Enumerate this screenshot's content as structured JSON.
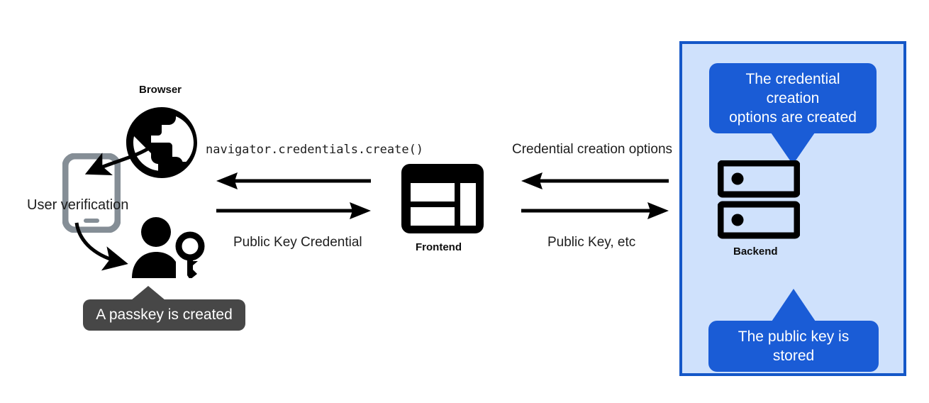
{
  "diagram": {
    "title": "WebAuthn passkey registration flow",
    "colors": {
      "backend_region_fill": "#cfe1fc",
      "backend_region_border": "#1457c8",
      "callout_blue": "#1a5cd6",
      "tooltip_gray": "#474747",
      "icon_black": "#0d0d0d",
      "phone_gray": "#858e96"
    }
  },
  "nodes": {
    "browser": {
      "label": "Browser",
      "icon": "globe-icon"
    },
    "frontend": {
      "label": "Frontend",
      "icon": "web-layout-icon"
    },
    "backend": {
      "label": "Backend",
      "icon": "server-rack-icon"
    },
    "phone": {
      "icon": "smartphone-icon"
    },
    "person": {
      "icon": "person-with-key-icon"
    }
  },
  "annotations": {
    "user_verification": "User verification",
    "passkey_tooltip": "A passkey is created"
  },
  "flows": {
    "left_top": {
      "label": "navigator.credentials.create()",
      "direction": "left",
      "style": "monospace"
    },
    "left_bottom": {
      "label": "Public Key Credential",
      "direction": "right",
      "style": "sans"
    },
    "right_top": {
      "label": "Credential creation options",
      "direction": "left",
      "style": "sans"
    },
    "right_bottom": {
      "label": "Public Key, etc",
      "direction": "right",
      "style": "sans"
    }
  },
  "callouts": {
    "top": {
      "line1": "The credential creation",
      "line2": "options are created",
      "text": "The credential creation options are created",
      "tail": "down"
    },
    "bottom": {
      "line1": "The public key is",
      "line2": "stored",
      "text": "The public key is stored",
      "tail": "up"
    }
  }
}
